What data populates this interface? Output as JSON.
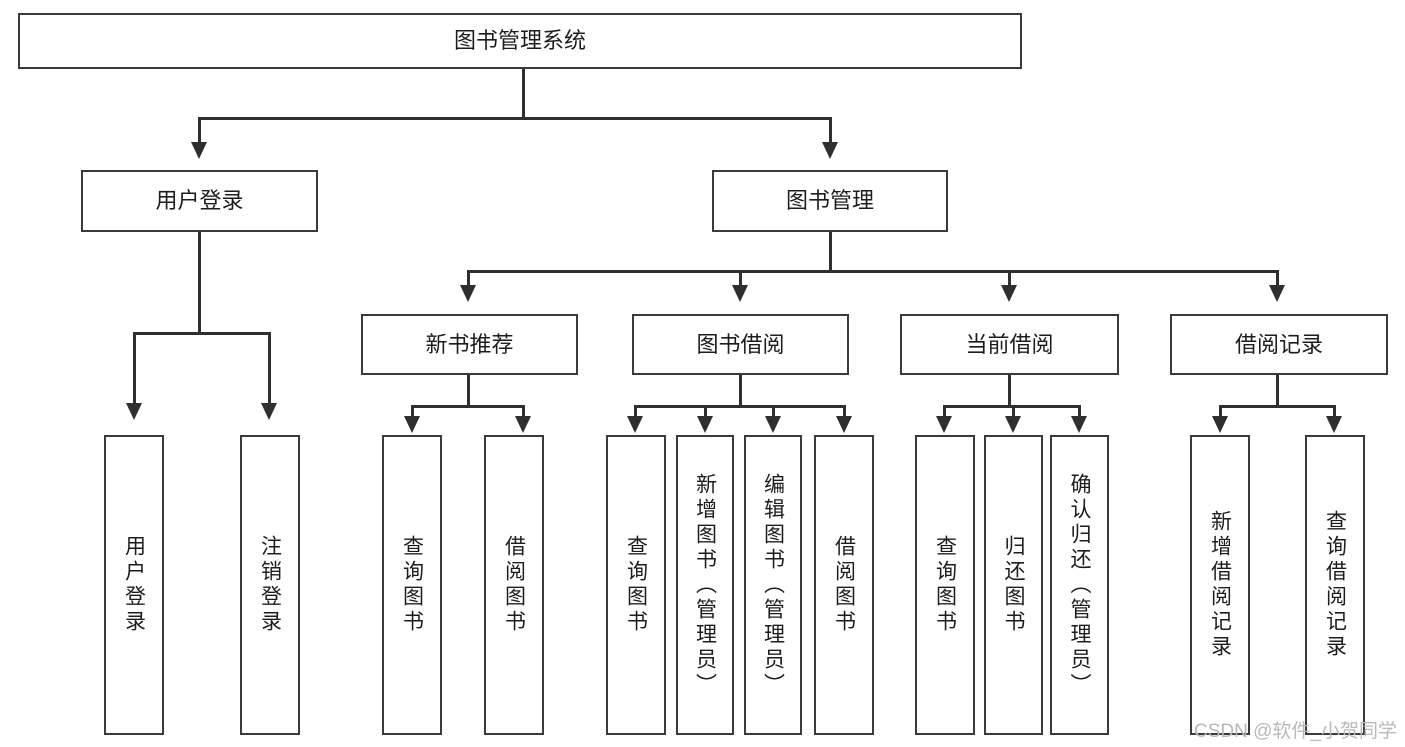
{
  "diagram": {
    "title": "图书管理系统",
    "type": "tree",
    "root": {
      "id": "root",
      "label": "图书管理系统"
    },
    "level2": [
      {
        "id": "user-login",
        "label": "用户登录"
      },
      {
        "id": "book-management",
        "label": "图书管理"
      }
    ],
    "level3": [
      {
        "id": "new-book-recommend",
        "label": "新书推荐",
        "parent": "book-management"
      },
      {
        "id": "book-borrow",
        "label": "图书借阅",
        "parent": "book-management"
      },
      {
        "id": "current-borrow",
        "label": "当前借阅",
        "parent": "book-management"
      },
      {
        "id": "borrow-record",
        "label": "借阅记录",
        "parent": "book-management"
      }
    ],
    "leaves": [
      {
        "id": "leaf-user-login",
        "label": "用户登录",
        "parent": "user-login"
      },
      {
        "id": "leaf-logout",
        "label": "注销登录",
        "parent": "user-login"
      },
      {
        "id": "leaf-query-book-1",
        "label": "查询图书",
        "parent": "new-book-recommend"
      },
      {
        "id": "leaf-borrow-book-1",
        "label": "借阅图书",
        "parent": "new-book-recommend"
      },
      {
        "id": "leaf-query-book-2",
        "label": "查询图书",
        "parent": "book-borrow"
      },
      {
        "id": "leaf-add-book",
        "label": "新增图书（管理员）",
        "parent": "book-borrow"
      },
      {
        "id": "leaf-edit-book",
        "label": "编辑图书（管理员）",
        "parent": "book-borrow"
      },
      {
        "id": "leaf-borrow-book-2",
        "label": "借阅图书",
        "parent": "book-borrow"
      },
      {
        "id": "leaf-query-book-3",
        "label": "查询图书",
        "parent": "current-borrow"
      },
      {
        "id": "leaf-return-book",
        "label": "归还图书",
        "parent": "current-borrow"
      },
      {
        "id": "leaf-confirm-return",
        "label": "确认归还（管理员）",
        "parent": "current-borrow"
      },
      {
        "id": "leaf-add-record",
        "label": "新增借阅记录",
        "parent": "borrow-record"
      },
      {
        "id": "leaf-query-record",
        "label": "查询借阅记录",
        "parent": "borrow-record"
      }
    ],
    "colors": {
      "box_border": "#3a3a3a",
      "connector": "#2f2f2f",
      "background": "#ffffff",
      "text": "#1d1d1d",
      "watermark": "#b9b9b9"
    }
  },
  "watermark": {
    "text": "CSDN @软件_小贺同学"
  }
}
